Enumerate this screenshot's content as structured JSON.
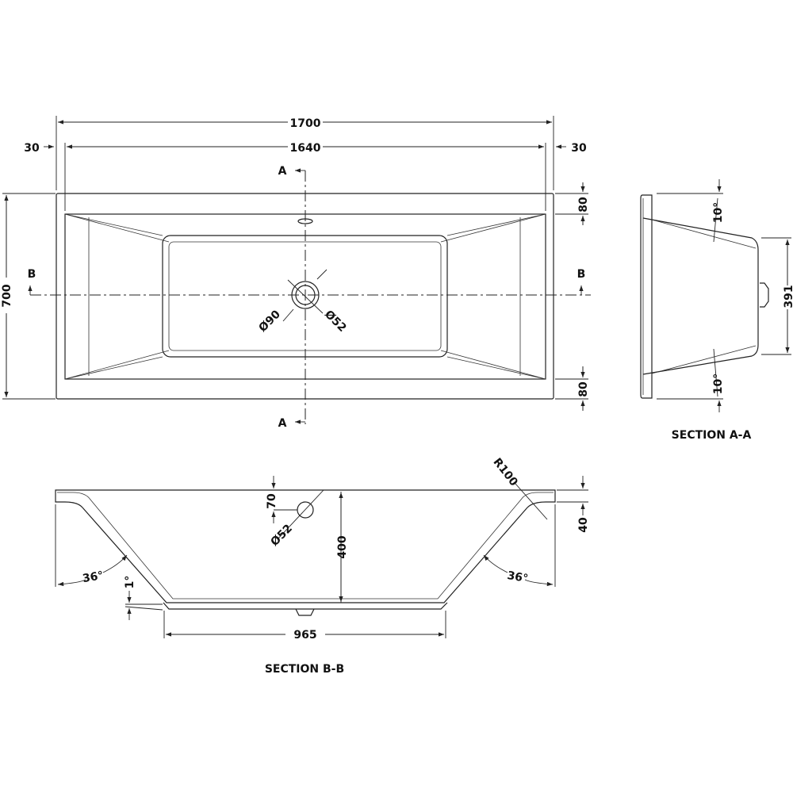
{
  "plan": {
    "dim_overall_length": "1700",
    "dim_inner_length": "1640",
    "dim_left_rim": "30",
    "dim_right_rim": "30",
    "dim_width": "700",
    "dim_top_rim": "80",
    "dim_bottom_rim": "80",
    "waste_outer": "Ø90",
    "waste_inner": "Ø52",
    "section_a_top": "A",
    "section_a_bottom": "A",
    "section_b_left": "B",
    "section_b_right": "B"
  },
  "section_aa": {
    "title": "SECTION A-A",
    "angle_top": "10°",
    "angle_bottom": "10°",
    "dim_base": "391"
  },
  "section_bb": {
    "title": "SECTION B-B",
    "dim_overflow_height": "70",
    "overflow_diameter": "Ø52",
    "dim_depth": "400",
    "dim_rim": "40",
    "radius": "R100",
    "angle_left": "36°",
    "angle_right": "36°",
    "floor_slope": "1°",
    "dim_base": "965"
  }
}
